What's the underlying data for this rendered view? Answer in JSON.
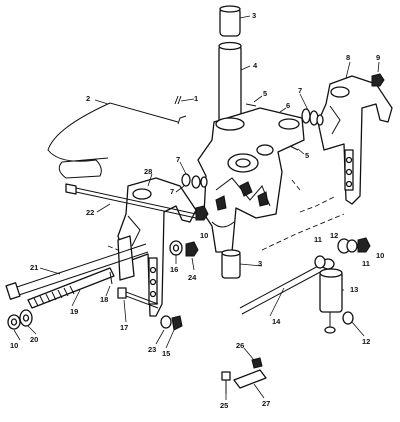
{
  "diagram": {
    "callouts": [
      "1",
      "2",
      "3",
      "3",
      "4",
      "5",
      "5",
      "6",
      "7",
      "7",
      "7",
      "8",
      "9",
      "10",
      "10",
      "10",
      "11",
      "11",
      "12",
      "12",
      "13",
      "14",
      "15",
      "16",
      "17",
      "18",
      "19",
      "20",
      "21",
      "22",
      "23",
      "24",
      "25",
      "26",
      "27",
      "28"
    ]
  }
}
